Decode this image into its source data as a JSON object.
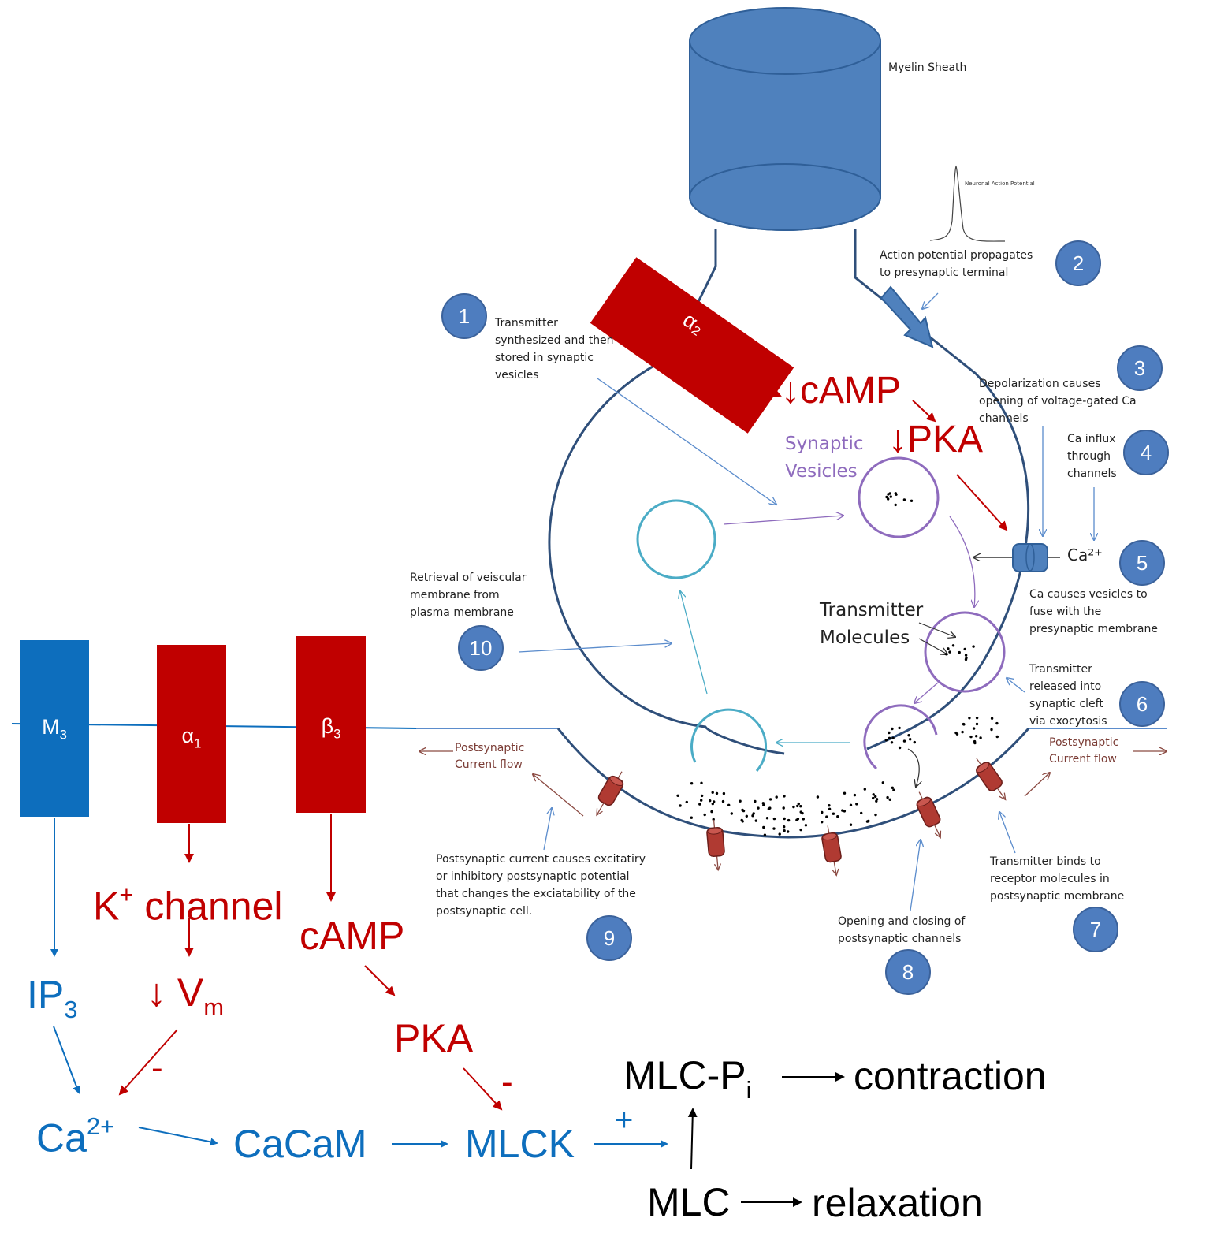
{
  "presynaptic": {
    "myelin_label": "Myelin Sheath",
    "ap_graph_label": "Neuronal Action Potential",
    "alpha2_receptor": "α₂",
    "camp": "↓cAMP",
    "pka": "↓PKA",
    "synaptic_vesicles": [
      "Synaptic",
      "Vesicles"
    ],
    "transmitter_molecules": [
      "Transmitter",
      "Molecules"
    ],
    "ca_ion": "Ca²⁺",
    "postsynaptic_current_left": [
      "Postsynaptic",
      "Current flow"
    ],
    "postsynaptic_current_right": [
      "Postsynaptic",
      "Current flow"
    ]
  },
  "steps": [
    {
      "number": "1",
      "text": [
        "Transmitter",
        "synthesized and then",
        "stored in synaptic",
        "vesicles"
      ]
    },
    {
      "number": "2",
      "text": [
        "Action potential propagates",
        "to presynaptic terminal"
      ]
    },
    {
      "number": "3",
      "text": [
        "Depolarization causes",
        "opening of voltage-gated Ca",
        "channels"
      ]
    },
    {
      "number": "4",
      "text": [
        "Ca influx",
        "through",
        "channels"
      ]
    },
    {
      "number": "5",
      "text": [
        "Ca causes vesicles to",
        "fuse with the",
        "presynaptic membrane"
      ]
    },
    {
      "number": "6",
      "text": [
        "Transmitter",
        "released into",
        "synaptic cleft",
        "via exocytosis"
      ]
    },
    {
      "number": "7",
      "text": [
        "Transmitter binds to",
        "receptor molecules in",
        "postsynaptic membrane"
      ]
    },
    {
      "number": "8",
      "text": [
        "Opening and closing of",
        "postsynaptic channels"
      ]
    },
    {
      "number": "9",
      "text": [
        "Postsynaptic current causes excitatiry",
        "or inhibitory postsynaptic potential",
        "that changes the exciatability of the",
        "postsynaptic cell."
      ]
    },
    {
      "number": "10",
      "text": [
        "Retrieval of veiscular",
        "membrane from",
        "plasma membrane"
      ]
    }
  ],
  "receptors": {
    "m3": {
      "base": "M",
      "sub": "3"
    },
    "alpha1": {
      "base": "α",
      "sub": "1"
    },
    "beta3": {
      "base": "β",
      "sub": "3"
    }
  },
  "pathway": {
    "ip3": {
      "base": "IP",
      "sub": "3"
    },
    "k_channel": {
      "base": "K",
      "sup": "+",
      "rest": " channel"
    },
    "vm": {
      "base": "↓ V",
      "sub": "m"
    },
    "camp": "cAMP",
    "pka": "PKA",
    "minus_1": "-",
    "minus_2": "-",
    "ca": {
      "base": "Ca",
      "sup": "2+"
    },
    "cacam": "CaCaM",
    "mlck": "MLCK",
    "plus": "+",
    "mlcpi": {
      "base": "MLC-P",
      "sub": "i"
    },
    "contraction": "contraction",
    "mlc": "MLC",
    "relaxation": "relaxation"
  },
  "colors": {
    "red": "#c00000",
    "blue": "#0d6ebd",
    "terminal": "#2f4f7a",
    "badge": "#4e7dbf",
    "myelin": "#4f81bd",
    "vesicle": "#8e6bbd",
    "recycle": "#4bacc6",
    "channel": "#b03a32"
  }
}
